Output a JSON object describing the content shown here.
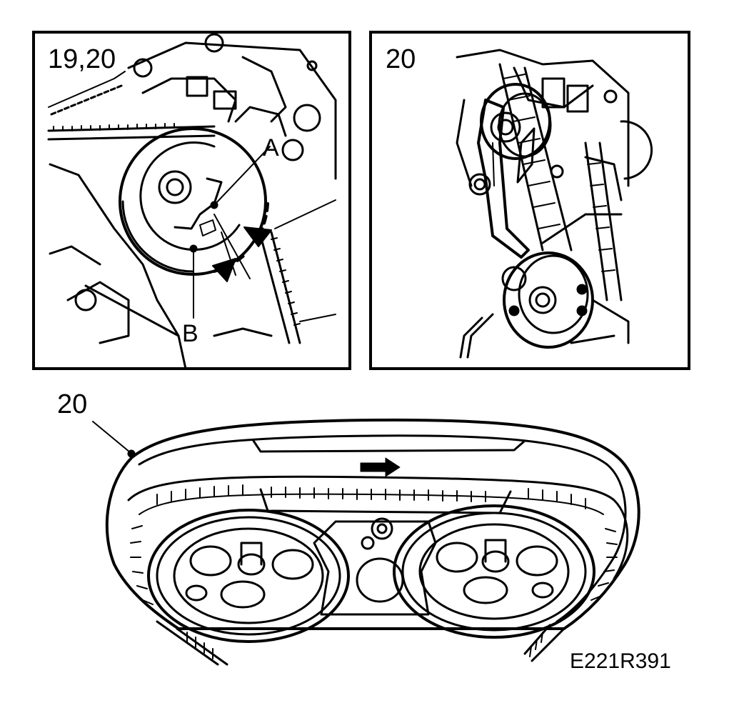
{
  "panel_left": {
    "number": "19,20",
    "label_a": "A",
    "label_b": "B"
  },
  "panel_right": {
    "number": "20"
  },
  "panel_bottom": {
    "number": "20"
  },
  "figure_code": "E221R391"
}
